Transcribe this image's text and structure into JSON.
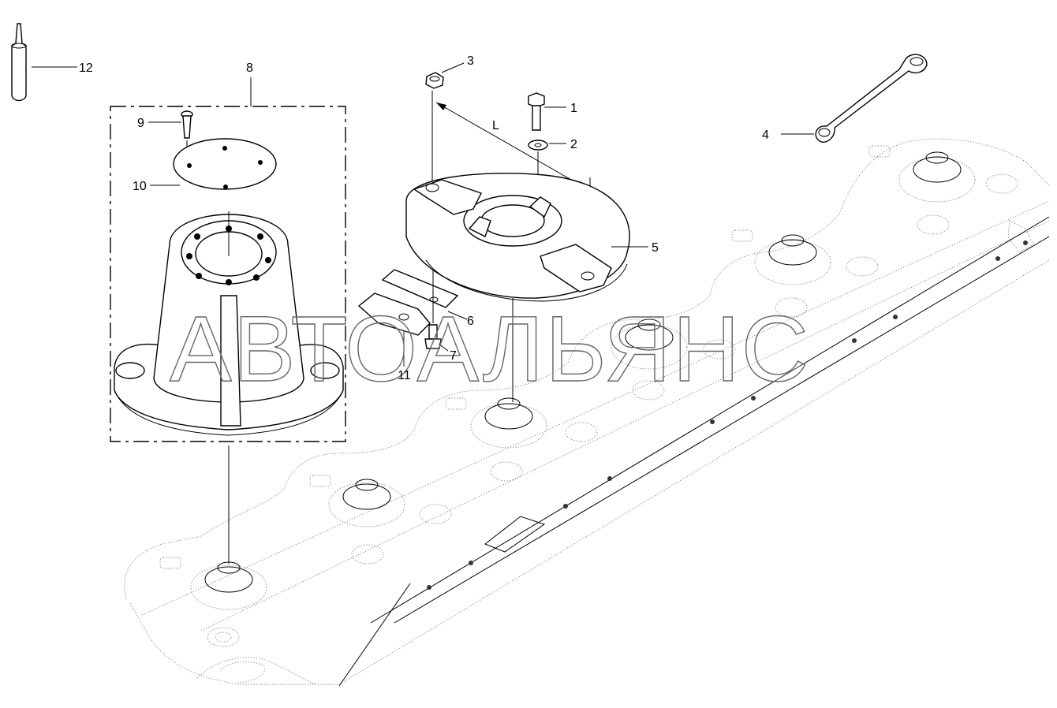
{
  "callouts": {
    "c1": "1",
    "c2": "2",
    "c3": "3",
    "c4": "4",
    "c5": "5",
    "c6": "6",
    "c7": "7",
    "c8": "8",
    "c9": "9",
    "c10": "10",
    "c11": "11",
    "c12": "12",
    "dimension_L": "L"
  },
  "watermark": "АВТОАЛЬЯНС",
  "colors": {
    "line": "#000000",
    "dotted_outline": "#777777",
    "background": "#ffffff"
  }
}
